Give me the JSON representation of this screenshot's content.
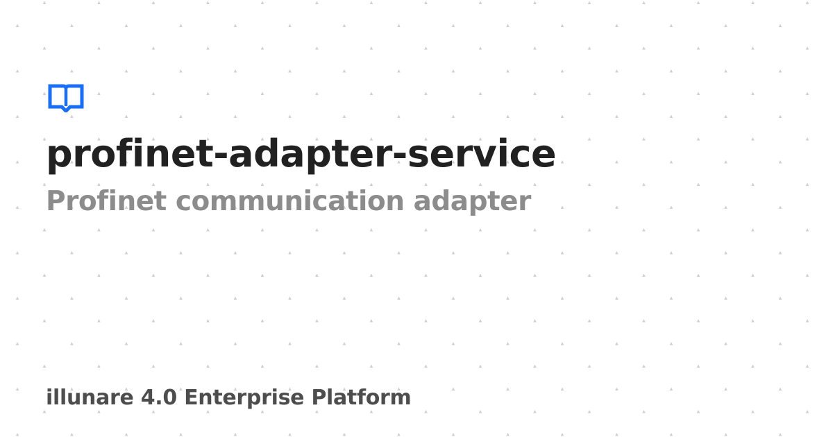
{
  "card": {
    "title": "profinet-adapter-service",
    "subtitle": "Profinet communication adapter",
    "footer": "illunare 4.0 Enterprise Platform",
    "logo_icon": "open-book-icon"
  },
  "colors": {
    "background": "#ffffff",
    "title": "#212121",
    "subtitle": "#8c8c8c",
    "footer": "#4d4d4d",
    "accent": "#1a6ef5",
    "dots": "#cfcfcf"
  }
}
